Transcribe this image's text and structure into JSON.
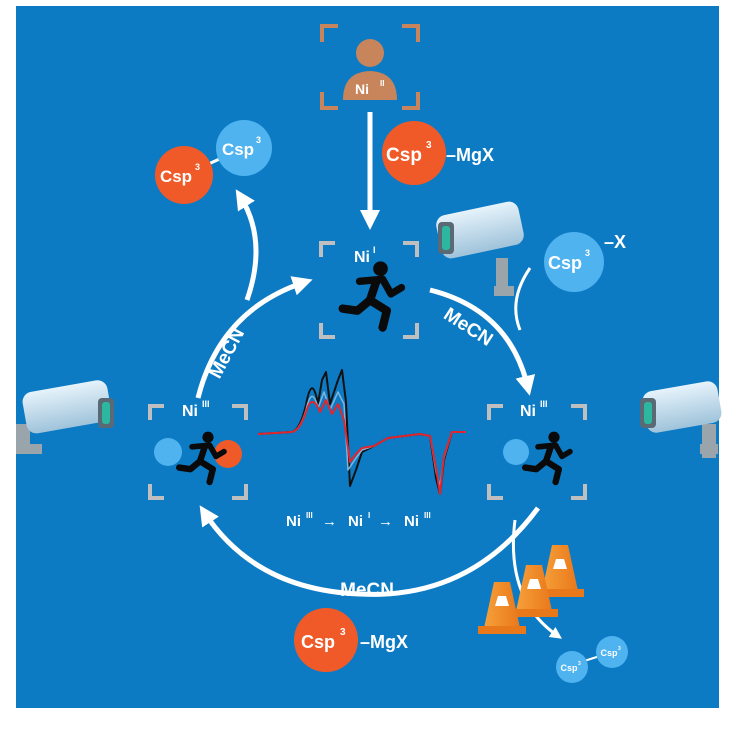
{
  "colors": {
    "background": "#0d7bc4",
    "arrow": "#ffffff",
    "orange_atom": "#f05a28",
    "blue_atom": "#4fb3f0",
    "frame_gray": "#bfbfbf",
    "frame_brown": "#c8845a",
    "cone_orange": "#f7941d",
    "spectrum_red": "#e3262e"
  },
  "labels": {
    "ni_ii_top": "Ni",
    "ni_ii_top_sup": "II",
    "ni_i_center": "Ni",
    "ni_i_center_sup": "I",
    "ni_iii_right": "Ni",
    "ni_iii_right_sup": "III",
    "ni_iii_left": "Ni",
    "ni_iii_left_sup": "III",
    "reagent_top": "Csp",
    "reagent_top_sup": "3",
    "reagent_top_tail": "–MgX",
    "reagent_bottom": "Csp",
    "reagent_bottom_sup": "3",
    "reagent_bottom_tail": "–MgX",
    "halide": "Csp",
    "halide_sup": "3",
    "halide_tail": "–X",
    "product_left_a": "Csp",
    "product_left_a_sup": "3",
    "product_left_b": "Csp",
    "product_left_b_sup": "3",
    "product_small_a": "Csp",
    "product_small_a_sup": "3",
    "product_small_b": "Csp",
    "product_small_b_sup": "3",
    "mecn_left": "MeCN",
    "mecn_right": "MeCN",
    "mecn_bottom": "MeCN",
    "sequence_1": "Ni",
    "sequence_1_sup": "III",
    "sequence_arrow_1": "→",
    "sequence_2": "Ni",
    "sequence_2_sup": "I",
    "sequence_arrow_2": "→",
    "sequence_3": "Ni",
    "sequence_3_sup": "III"
  },
  "icons": [
    "person-icon",
    "runner-icon",
    "security-camera-icon",
    "traffic-cone-icon",
    "epr-spectrum"
  ]
}
